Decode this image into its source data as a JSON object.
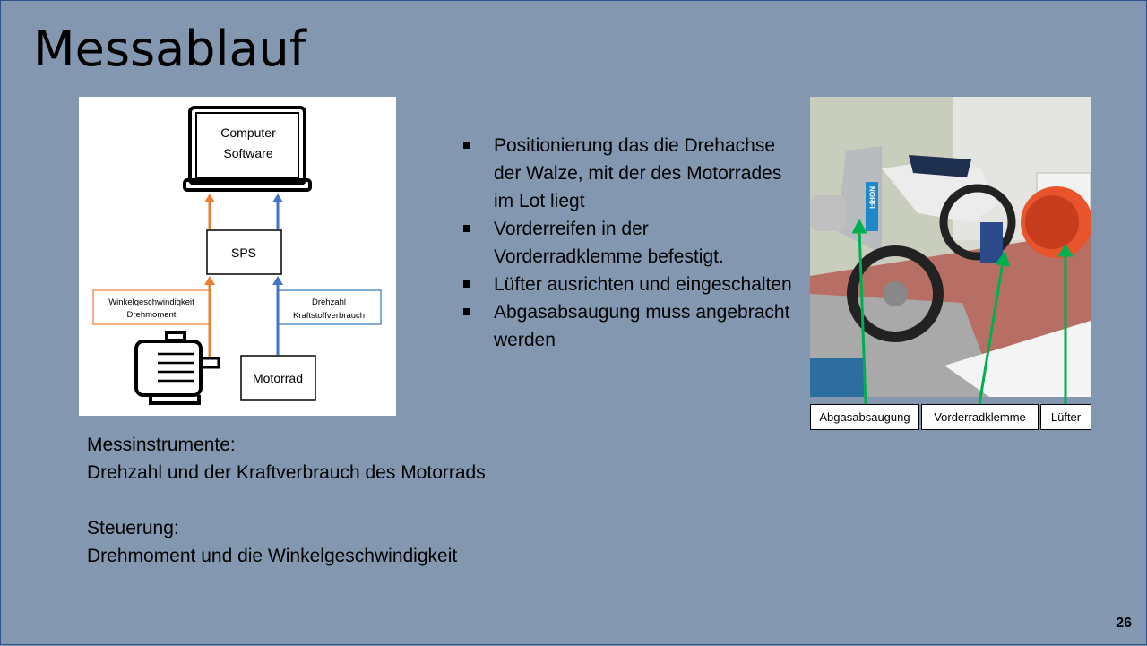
{
  "title": "Messablauf",
  "diagram": {
    "computer_line1": "Computer",
    "computer_line2": "Software",
    "sps": "SPS",
    "left_label_line1": "Winkelgeschwindigkeit",
    "left_label_line2": "Drehmoment",
    "right_label_line1": "Drehzahl",
    "right_label_line2": "Kraftstoffverbrauch",
    "motorrad": "Motorrad",
    "colors": {
      "orange": "#ed7d31",
      "blue": "#4472c4"
    }
  },
  "bullets": [
    "Positionierung das die Drehachse der Walze, mit der des Motorrades im Lot liegt",
    "Vorderreifen in der Vorderradklemme befestigt.",
    "Lüfter ausrichten und eingeschalten",
    "Abgasabsaugung muss angebracht werden"
  ],
  "lower": {
    "heading1": "Messinstrumente:",
    "text1": "Drehzahl und der Kraftverbrauch des Motorrads",
    "heading2": "Steuerung:",
    "text2": "Drehmoment und die Winkelgeschwindigkeit"
  },
  "photo_labels": {
    "exhaust": "Abgasabsaugung",
    "clamp": "Vorderradklemme",
    "fan": "Lüfter"
  },
  "photo_brand": "NORFI",
  "page_number": "26"
}
